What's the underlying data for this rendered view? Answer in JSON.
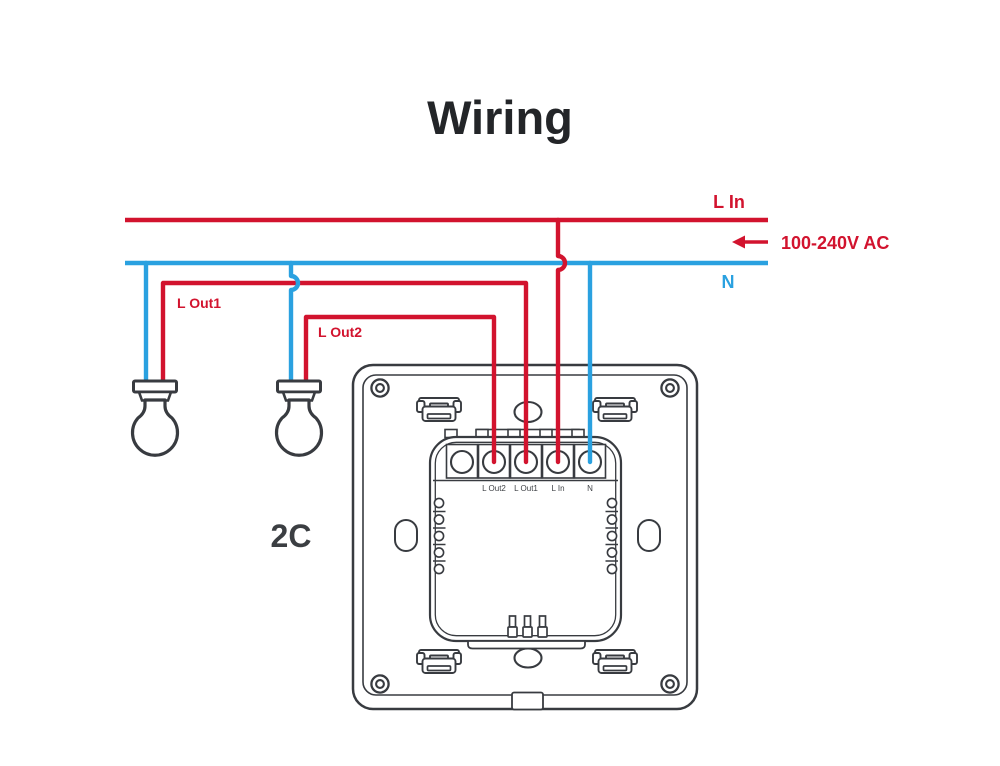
{
  "title": "Wiring",
  "supply": {
    "live_label": "L In",
    "neutral_label": "N",
    "voltage_label": "100-240V AC"
  },
  "loads": {
    "out1_label": "L Out1",
    "out2_label": "L Out2"
  },
  "switch": {
    "variant_label": "2C",
    "terminals": [
      "L Out2",
      "L Out1",
      "L In",
      "N"
    ]
  },
  "colors": {
    "live": "#d2132e",
    "neutral": "#2aa1e0",
    "outline": "#383b40",
    "title_text": "#232528"
  }
}
